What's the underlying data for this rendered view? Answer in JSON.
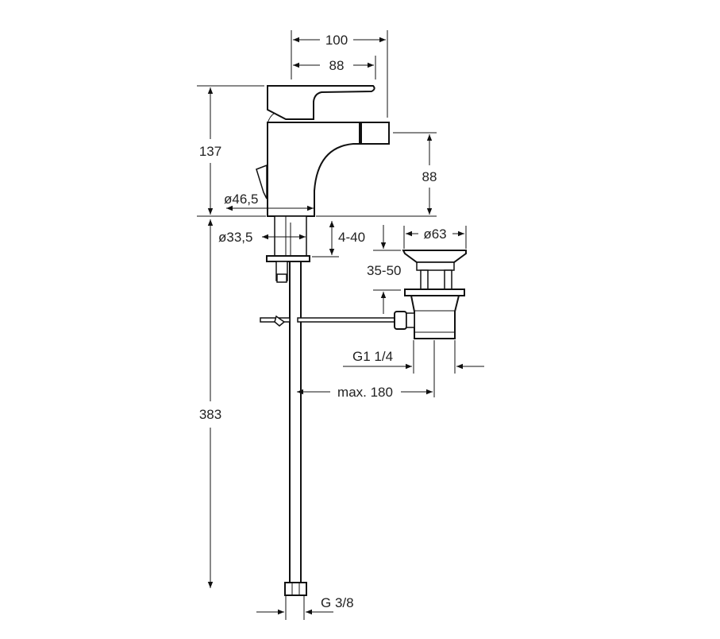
{
  "drawing": {
    "title": "Bidet mixer dimension drawing",
    "dimensions": {
      "total_depth": "100",
      "lever_depth": "88",
      "height": "137",
      "spout_height": "88",
      "body_diameter": "ø46,5",
      "shank_diameter": "ø33,5",
      "deck_thickness": "4-40",
      "waste_diameter": "ø63",
      "waste_range": "35-50",
      "waste_thread": "G1 1/4",
      "rod_length": "max. 180",
      "hose_length": "383",
      "connection_thread": "G 3/8"
    }
  }
}
